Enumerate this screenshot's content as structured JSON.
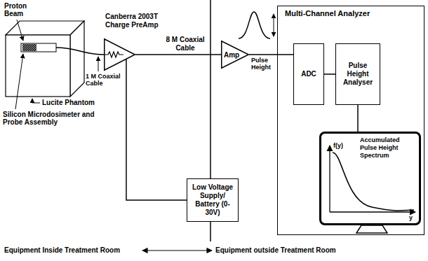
{
  "diagram": {
    "nodes": [
      {
        "text": [
          "Canberra 2003T Charge PreAmp"
        ]
      },
      {
        "text": [
          "Amp"
        ]
      },
      {
        "text": [
          "Low Voltage Supply/ Battery (0-30V)"
        ]
      },
      {
        "text": [
          "Multi-Channel Analyzer"
        ]
      },
      {
        "text": [
          "ADC"
        ],
        "in": 3
      },
      {
        "text": [
          "Pulse Height Analyser"
        ],
        "in": 3
      },
      {
        "text": [
          "Accumulated Pulse Height Spectrum"
        ],
        "in": 3
      }
    ],
    "edges": [
      {
        "from": 0,
        "to": 1,
        "arrow": "none",
        "label": "8 M Coaxial Cable"
      },
      {
        "from": 1,
        "to": 4,
        "arrow": "none",
        "label": "Pulse Height"
      },
      {
        "from": 4,
        "to": 5,
        "arrow": "none"
      },
      {
        "from": 5,
        "to": 6,
        "arrow": "none"
      },
      {
        "from": 2,
        "to": 0,
        "arrow": "none"
      }
    ],
    "labels": [
      "Proton Beam",
      "Silicon Microdosimeter and Probe Assembly",
      "Lucite Phantom",
      "1 M Coaxial Cable",
      "f(y)",
      "y",
      "Equipment Inside Treatment Room",
      "Equipment outside Treatment Room"
    ]
  }
}
